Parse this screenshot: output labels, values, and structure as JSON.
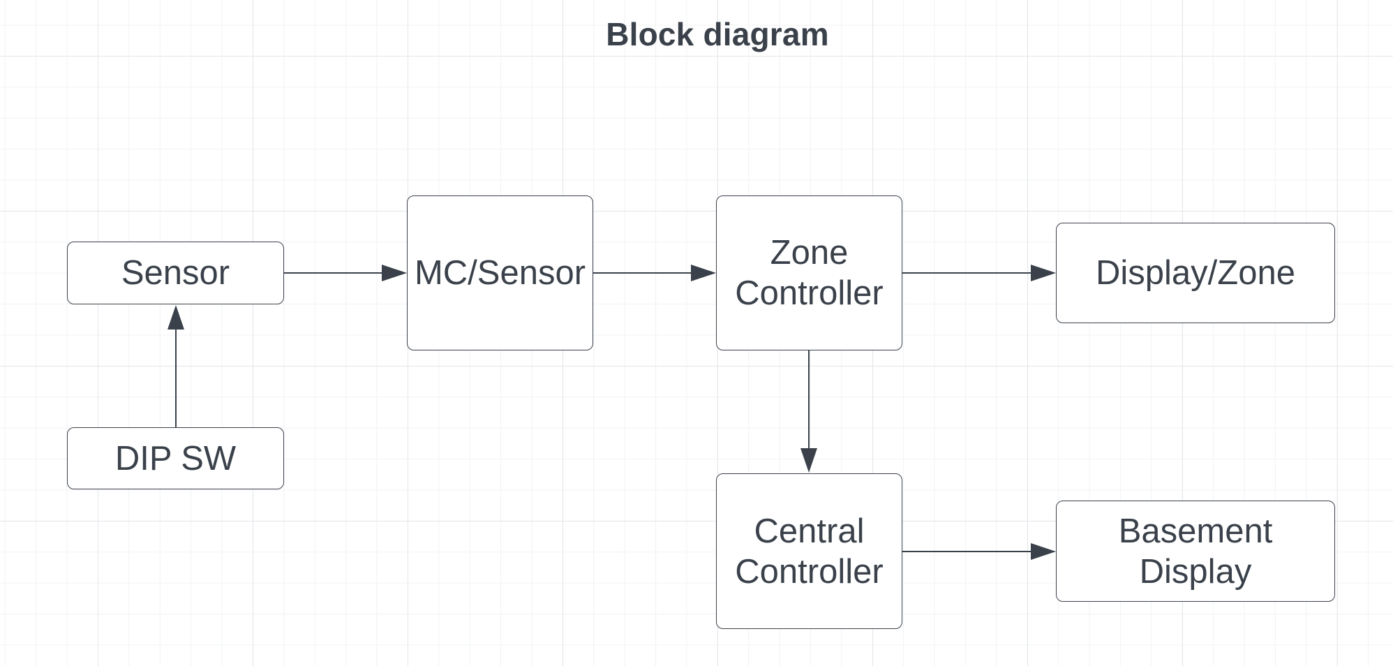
{
  "diagram": {
    "title": "Block diagram",
    "stroke_color": "#3a414a",
    "blocks": {
      "sensor": "Sensor",
      "dip_sw": "DIP SW",
      "mc_sensor": "MC/Sensor",
      "zone_controller": "Zone\nController",
      "display_zone": "Display/Zone",
      "central_controller": "Central\nController",
      "basement_display": "Basement\nDisplay"
    },
    "edges": [
      {
        "from": "DIP SW",
        "to": "Sensor"
      },
      {
        "from": "Sensor",
        "to": "MC/Sensor"
      },
      {
        "from": "MC/Sensor",
        "to": "Zone Controller"
      },
      {
        "from": "Zone Controller",
        "to": "Display/Zone"
      },
      {
        "from": "Zone Controller",
        "to": "Central Controller"
      },
      {
        "from": "Central Controller",
        "to": "Basement Display"
      }
    ]
  }
}
